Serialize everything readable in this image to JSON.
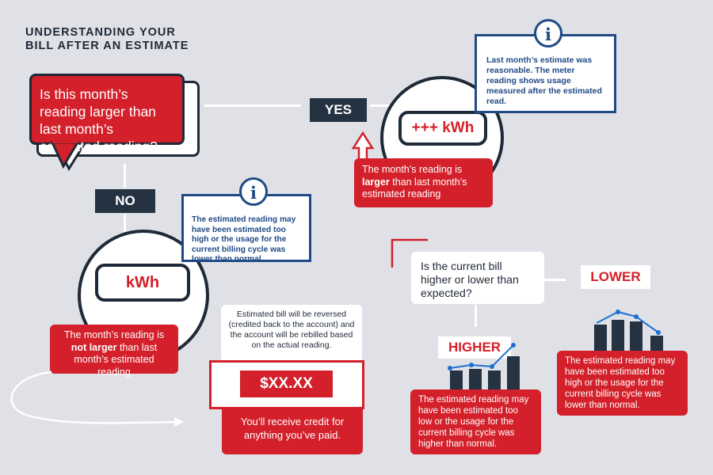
{
  "title": {
    "line1": "UNDERSTANDING YOUR",
    "line2": "BILL AFTER AN ESTIMATE"
  },
  "question_main": "Is this month’s reading larger than last month’s estimated reading?",
  "yes_label": "YES",
  "no_label": "NO",
  "yes_branch": {
    "meter": "+++ kWh",
    "caption_pre": "The month’s reading is",
    "caption_bold": "larger",
    "caption_post": "than last month’s estimated reading",
    "info_icon": "i",
    "info": "Last month’s estimate was reasonable. The meter reading shows usage measured after the estimated read."
  },
  "no_branch": {
    "meter": "kWh",
    "caption_pre": "The month’s reading is",
    "caption_bold": "not larger",
    "caption_post": "than last month’s estimated reading",
    "info_icon": "i",
    "info": "The estimated reading may have been estimated too high or the usage for the current billing cycle was lower than normal."
  },
  "reversal_note": "Estimated bill will be reversed (credited back to the account) and the account will be rebilled based on the actual reading.",
  "amount": "$XX.XX",
  "credit_note": "You’ll receive credit for anything you’ve paid.",
  "question_bill": "Is the current bill higher or lower than expected?",
  "higher": {
    "label": "HIGHER",
    "text": "The estimated reading may have been estimated too low or the usage for the current billing cycle was higher than normal."
  },
  "lower": {
    "label": "LOWER",
    "text": "The estimated reading may have been estimated too high or the usage for the current billing cycle was lower than normal."
  },
  "colors": {
    "red": "#d3202a",
    "navy": "#243242",
    "blue": "#1f4a86",
    "background": "#dfe1e6"
  }
}
